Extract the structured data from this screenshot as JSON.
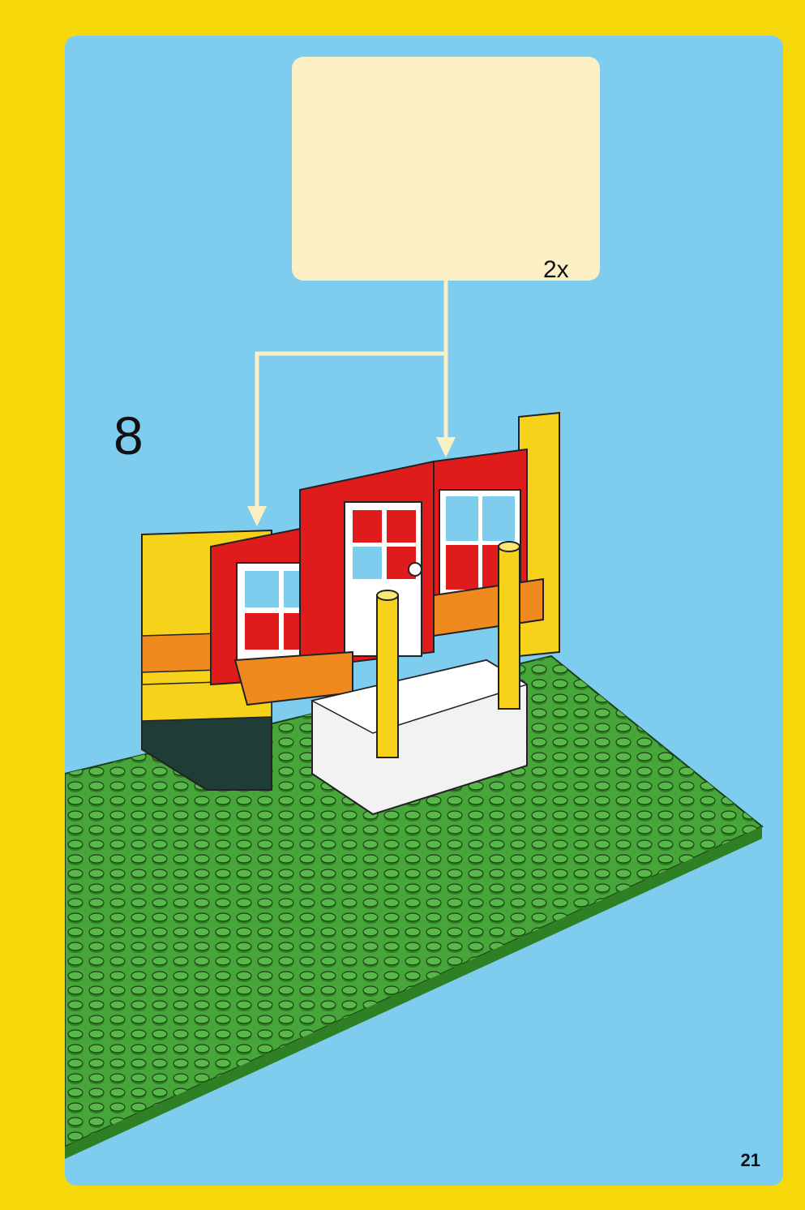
{
  "step": {
    "number": "8"
  },
  "callout": {
    "multiplier": "2x"
  },
  "page": {
    "number": "21"
  },
  "colors": {
    "border": "#f7d80a",
    "background": "#7fcdee",
    "callout": "#fbefc6",
    "baseplate": "#46a63a",
    "brick_yellow": "#f6d21b",
    "brick_orange": "#f08a1e",
    "brick_red": "#e01b1b",
    "arrow": "#5cc236"
  }
}
